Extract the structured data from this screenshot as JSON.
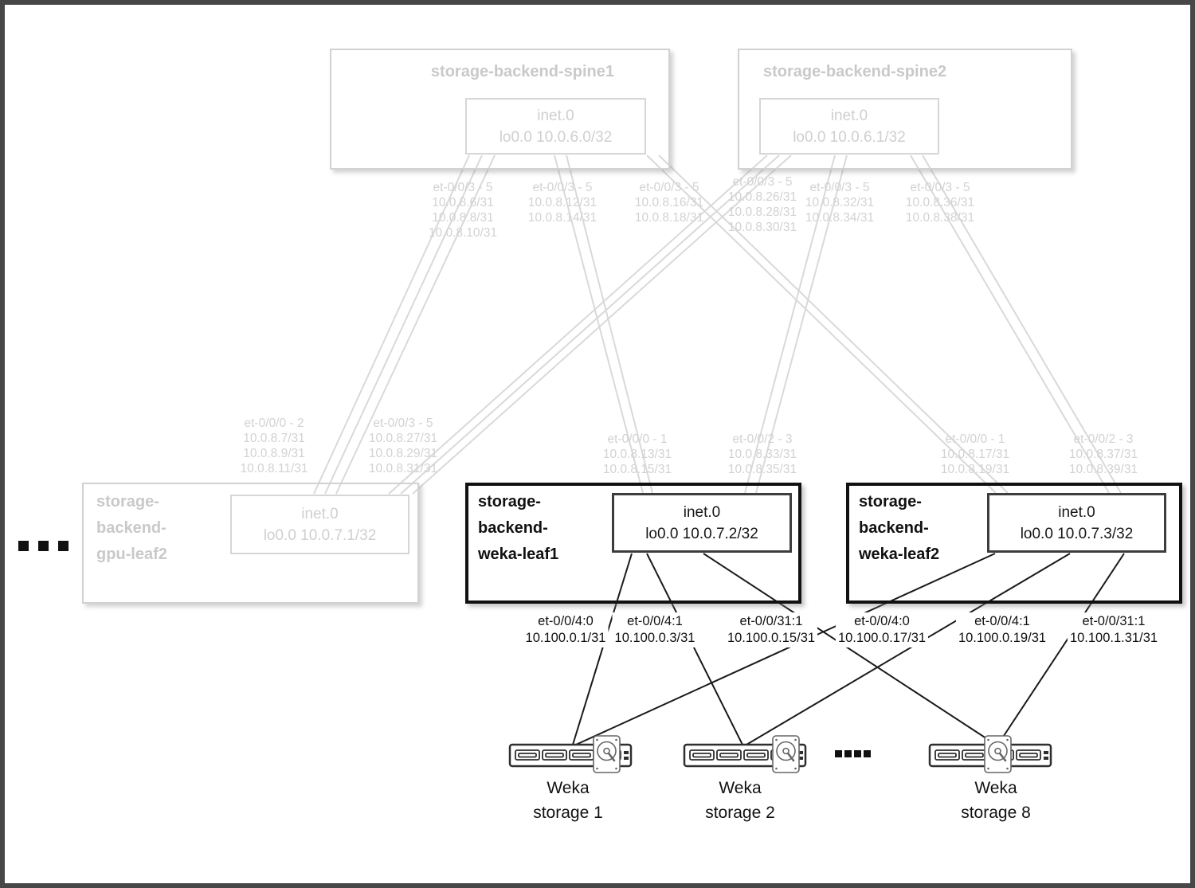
{
  "colors": {
    "frame_border": "#474747",
    "gray_link": "#d9d9d9",
    "gray_text": "#d2d2d2",
    "gray_box_border": "#d2d2d2",
    "black_link": "#1a1a1a",
    "black_text": "#111111"
  },
  "spines": [
    {
      "title": "storage-backend-spine1",
      "table": "inet.0",
      "loopback": "lo0.0 10.0.6.0/32"
    },
    {
      "title": "storage-backend-spine2",
      "table": "inet.0",
      "loopback": "lo0.0 10.0.6.1/32"
    }
  ],
  "leaves": [
    {
      "title_lines": [
        "storage-",
        "backend-",
        "gpu-leaf2"
      ],
      "table": "inet.0",
      "loopback": "lo0.0 10.0.7.1/32"
    },
    {
      "title_lines": [
        "storage-",
        "backend-",
        "weka-leaf1"
      ],
      "table": "inet.0",
      "loopback": "lo0.0 10.0.7.2/32"
    },
    {
      "title_lines": [
        "storage-",
        "backend-",
        "weka-leaf2"
      ],
      "table": "inet.0",
      "loopback": "lo0.0 10.0.7.3/32"
    }
  ],
  "spine_ports": [
    {
      "lines": [
        "et-0/0/3 - 5",
        "10.0.8.6/31",
        "10.0.8.8/31",
        "10.0.8.10/31"
      ]
    },
    {
      "lines": [
        "et-0/0/3 - 5",
        "10.0.8.12/31",
        "10.0.8.14/31"
      ]
    },
    {
      "lines": [
        "et-0/0/3 - 5",
        "10.0.8.16/31",
        "10.0.8.18/31"
      ]
    },
    {
      "lines": [
        "et-0/0/3 - 5",
        "10.0.8.26/31",
        "10.0.8.28/31",
        "10.0.8.30/31"
      ]
    },
    {
      "lines": [
        "et-0/0/3 - 5",
        "10.0.8.32/31",
        "10.0.8.34/31"
      ]
    },
    {
      "lines": [
        "et-0/0/3 - 5",
        "10.0.8.36/31",
        "10.0.8.38/31"
      ]
    }
  ],
  "leaf_ports": [
    {
      "lines": [
        "et-0/0/0 - 2",
        "10.0.8.7/31",
        "10.0.8.9/31",
        "10.0.8.11/31"
      ]
    },
    {
      "lines": [
        "et-0/0/3 - 5",
        "10.0.8.27/31",
        "10.0.8.29/31",
        "10.0.8.31/31"
      ]
    },
    {
      "lines": [
        "et-0/0/0 - 1",
        "10.0.8.13/31",
        "10.0.8.15/31"
      ]
    },
    {
      "lines": [
        "et-0/0/2 - 3",
        "10.0.8.33/31",
        "10.0.8.35/31"
      ]
    },
    {
      "lines": [
        "et-0/0/0 - 1",
        "10.0.8.17/31",
        "10.0.8.19/31"
      ]
    },
    {
      "lines": [
        "et-0/0/2 - 3",
        "10.0.8.37/31",
        "10.0.8.39/31"
      ]
    }
  ],
  "access_ports": [
    {
      "port": "et-0/0/4:0",
      "ip": "10.100.0.1/31"
    },
    {
      "port": "et-0/0/4:1",
      "ip": "10.100.0.3/31"
    },
    {
      "port": "et-0/0/31:1",
      "ip": "10.100.0.15/31"
    },
    {
      "port": "et-0/0/4:0",
      "ip": "10.100.0.17/31"
    },
    {
      "port": "et-0/0/4:1",
      "ip": "10.100.0.19/31"
    },
    {
      "port": "et-0/0/31:1",
      "ip": "10.100.1.31/31"
    }
  ],
  "storages": [
    {
      "name_lines": [
        "Weka",
        "storage 1"
      ]
    },
    {
      "name_lines": [
        "Weka",
        "storage 2"
      ]
    },
    {
      "name_lines": [
        "Weka",
        "storage 8"
      ]
    }
  ]
}
